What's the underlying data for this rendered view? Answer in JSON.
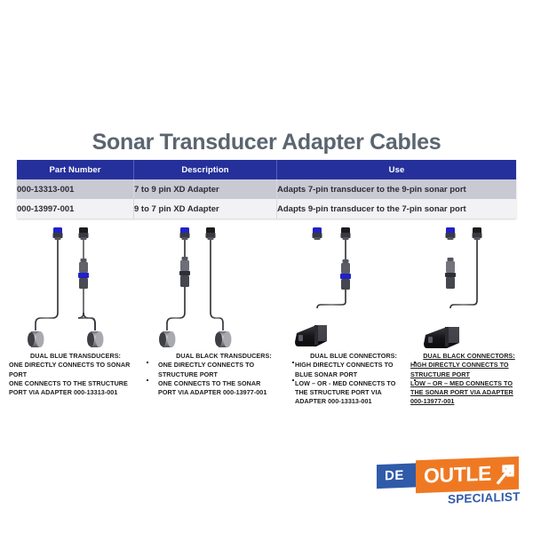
{
  "page": {
    "title": "Sonar Transducer Adapter Cables"
  },
  "table": {
    "headers": [
      "Part Number",
      "Description",
      "Use"
    ],
    "rows": [
      {
        "part_number": "000-13313-001",
        "description": "7 to 9 pin XD Adapter",
        "use": "Adapts 7-pin transducer to the 9-pin sonar port"
      },
      {
        "part_number": "000-13997-001",
        "description": "9 to 7 pin XD Adapter",
        "use": "Adapts 9-pin transducer to the 7-pin sonar port"
      }
    ],
    "header_color": "#25309b",
    "row_a_color": "#c9c9d4",
    "row_b_color": "#f2f2f5"
  },
  "diagrams": [
    {
      "id": "dual-blue-transducers",
      "left_connector": "blue",
      "right_connector": "black",
      "adapter_on": "right",
      "adapter_color": "blue",
      "transducer_style": "dual-barrel"
    },
    {
      "id": "dual-black-transducers",
      "left_connector": "blue",
      "right_connector": "black",
      "adapter_on": "left",
      "adapter_color": "black",
      "transducer_style": "dual-barrel"
    },
    {
      "id": "dual-blue-connectors",
      "left_connector": "blue",
      "right_connector": "black",
      "adapter_on": "right",
      "adapter_color": "blue",
      "transducer_style": "single-block"
    },
    {
      "id": "dual-black-connectors",
      "left_connector": "blue",
      "right_connector": "black",
      "adapter_on": "left",
      "adapter_color": "black",
      "transducer_style": "single-block"
    }
  ],
  "captions": [
    {
      "heading": "DUAL BLUE TRANSDUCERS:",
      "lines": [
        "ONE DIRECTLY CONNECTS TO SONAR",
        "PORT",
        "ONE CONNECTS TO THE STRUCTURE",
        "PORT VIA ADAPTER 000-13313-001"
      ],
      "underlined": false
    },
    {
      "heading": "DUAL BLACK TRANSDUCERS:",
      "lines": [
        "ONE DIRECTLY CONNECTS TO",
        "STRUCTURE PORT",
        "ONE CONNECTS TO THE SONAR",
        "PORT VIA ADAPTER 000-13977-001"
      ],
      "underlined": false
    },
    {
      "heading": "DUAL BLUE CONNECTORS:",
      "lines": [
        "HIGH  DIRECTLY CONNECTS TO",
        "BLUE SONAR PORT",
        "LOW – OR - MED CONNECTS TO",
        "THE STRUCTURE PORT VIA",
        "ADAPTER 000-13313-001"
      ],
      "underlined": false
    },
    {
      "heading": "DUAL BLACK CONNECTORS:",
      "lines": [
        "HIGH DIRECTLY CONNECTS TO",
        "STRUCTURE PORT",
        "LOW – OR – MED  CONNECTS TO",
        "THE SONAR PORT VIA ADAPTER",
        "000-13977-001"
      ],
      "underlined": true
    }
  ],
  "logo": {
    "de": "DE",
    "outlet": "OUTLE",
    "specialist": "SPECIALIST",
    "blue": "#2f5ba8",
    "orange": "#ef7923"
  }
}
